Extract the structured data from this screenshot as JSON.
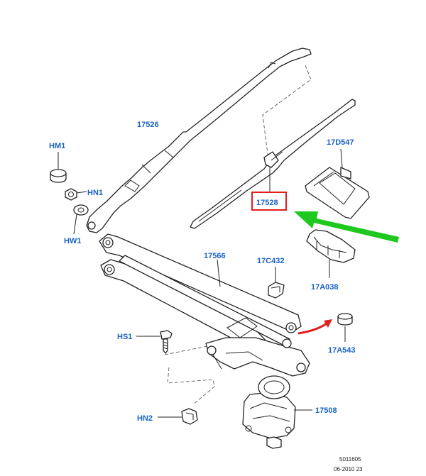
{
  "colors": {
    "label": "#1a62c4",
    "highlight_box": "#e01e1e",
    "green_arrow": "#1ec81e",
    "red_arrow": "#e02020",
    "line": "#222222"
  },
  "labels": {
    "wiper_arm": "17526",
    "wiper_blade": "17528",
    "cover": "17D547",
    "clip": "17A038",
    "cap_top": "HM1",
    "nut": "HN1",
    "washer": "HW1",
    "linkage": "17566",
    "grommet": "17C432",
    "cap_right": "17A543",
    "screw": "HS1",
    "clip_nut": "HN2",
    "motor": "17508"
  },
  "footer": {
    "code": "5011605",
    "date": "06-2010 23"
  }
}
